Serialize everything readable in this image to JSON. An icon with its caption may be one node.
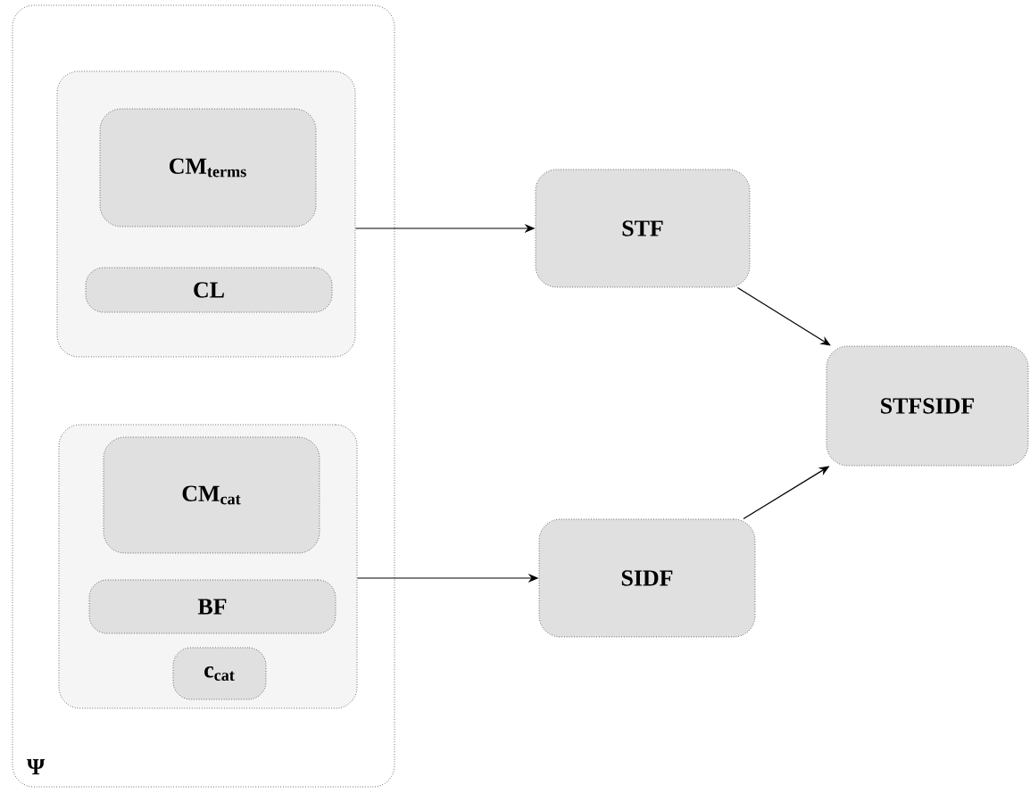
{
  "diagram": {
    "nodes": [
      {
        "text": [
          "Ψ"
        ]
      },
      {
        "text": [],
        "shape": "box",
        "in": 0
      },
      {
        "text": [
          "CM$_{terms}$"
        ],
        "in": 1
      },
      {
        "text": [
          "CL"
        ],
        "in": 1
      },
      {
        "text": [],
        "shape": "box",
        "in": 0
      },
      {
        "text": [
          "CM$_{cat}$"
        ],
        "in": 4
      },
      {
        "text": [
          "BF"
        ],
        "in": 4
      },
      {
        "text": [
          "c$_{cat}$"
        ],
        "in": 4
      },
      {
        "text": [
          "STF"
        ]
      },
      {
        "text": [
          "SIDF"
        ]
      },
      {
        "text": [
          "STFSIDF"
        ]
      }
    ],
    "edges": [
      {
        "from": 1,
        "to": 8,
        "arrow": "to"
      },
      {
        "from": 4,
        "to": 9,
        "arrow": "to"
      },
      {
        "from": 8,
        "to": 10,
        "arrow": "to"
      },
      {
        "from": 9,
        "to": 10,
        "arrow": "to"
      }
    ]
  }
}
